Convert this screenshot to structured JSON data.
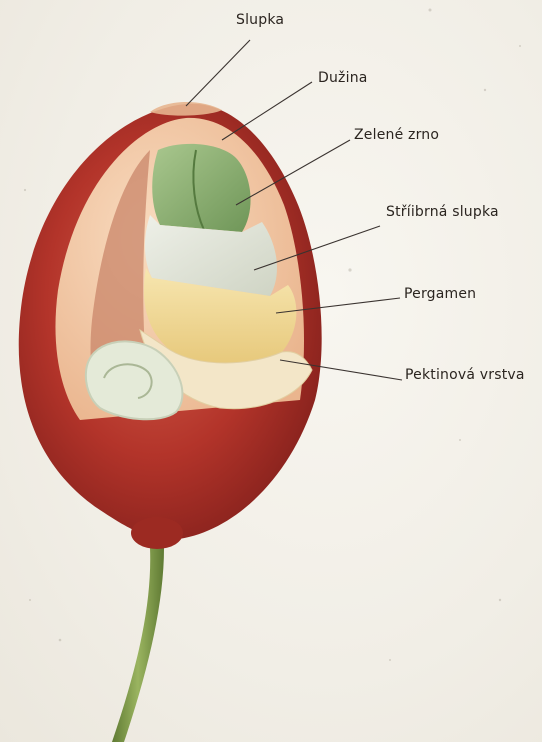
{
  "labels": {
    "slupka": "Slupka",
    "duzina": "Dužina",
    "zelene_zrno": "Zelené zrno",
    "stribrna_slupka": "Stříibrná slupka",
    "pergamen": "Pergamen",
    "pektinova_vrstva": "Pektinová vrstva"
  },
  "colors": {
    "skin": "#b3342a",
    "pulp": "#f3c9a4",
    "green_bean": "#8fb37a",
    "silver_skin": "#dfe3d6",
    "parchment": "#f1dd9e",
    "pectin": "#f3e6c8",
    "stem": "#7f9a4a",
    "leader_line": "#3a3330"
  }
}
